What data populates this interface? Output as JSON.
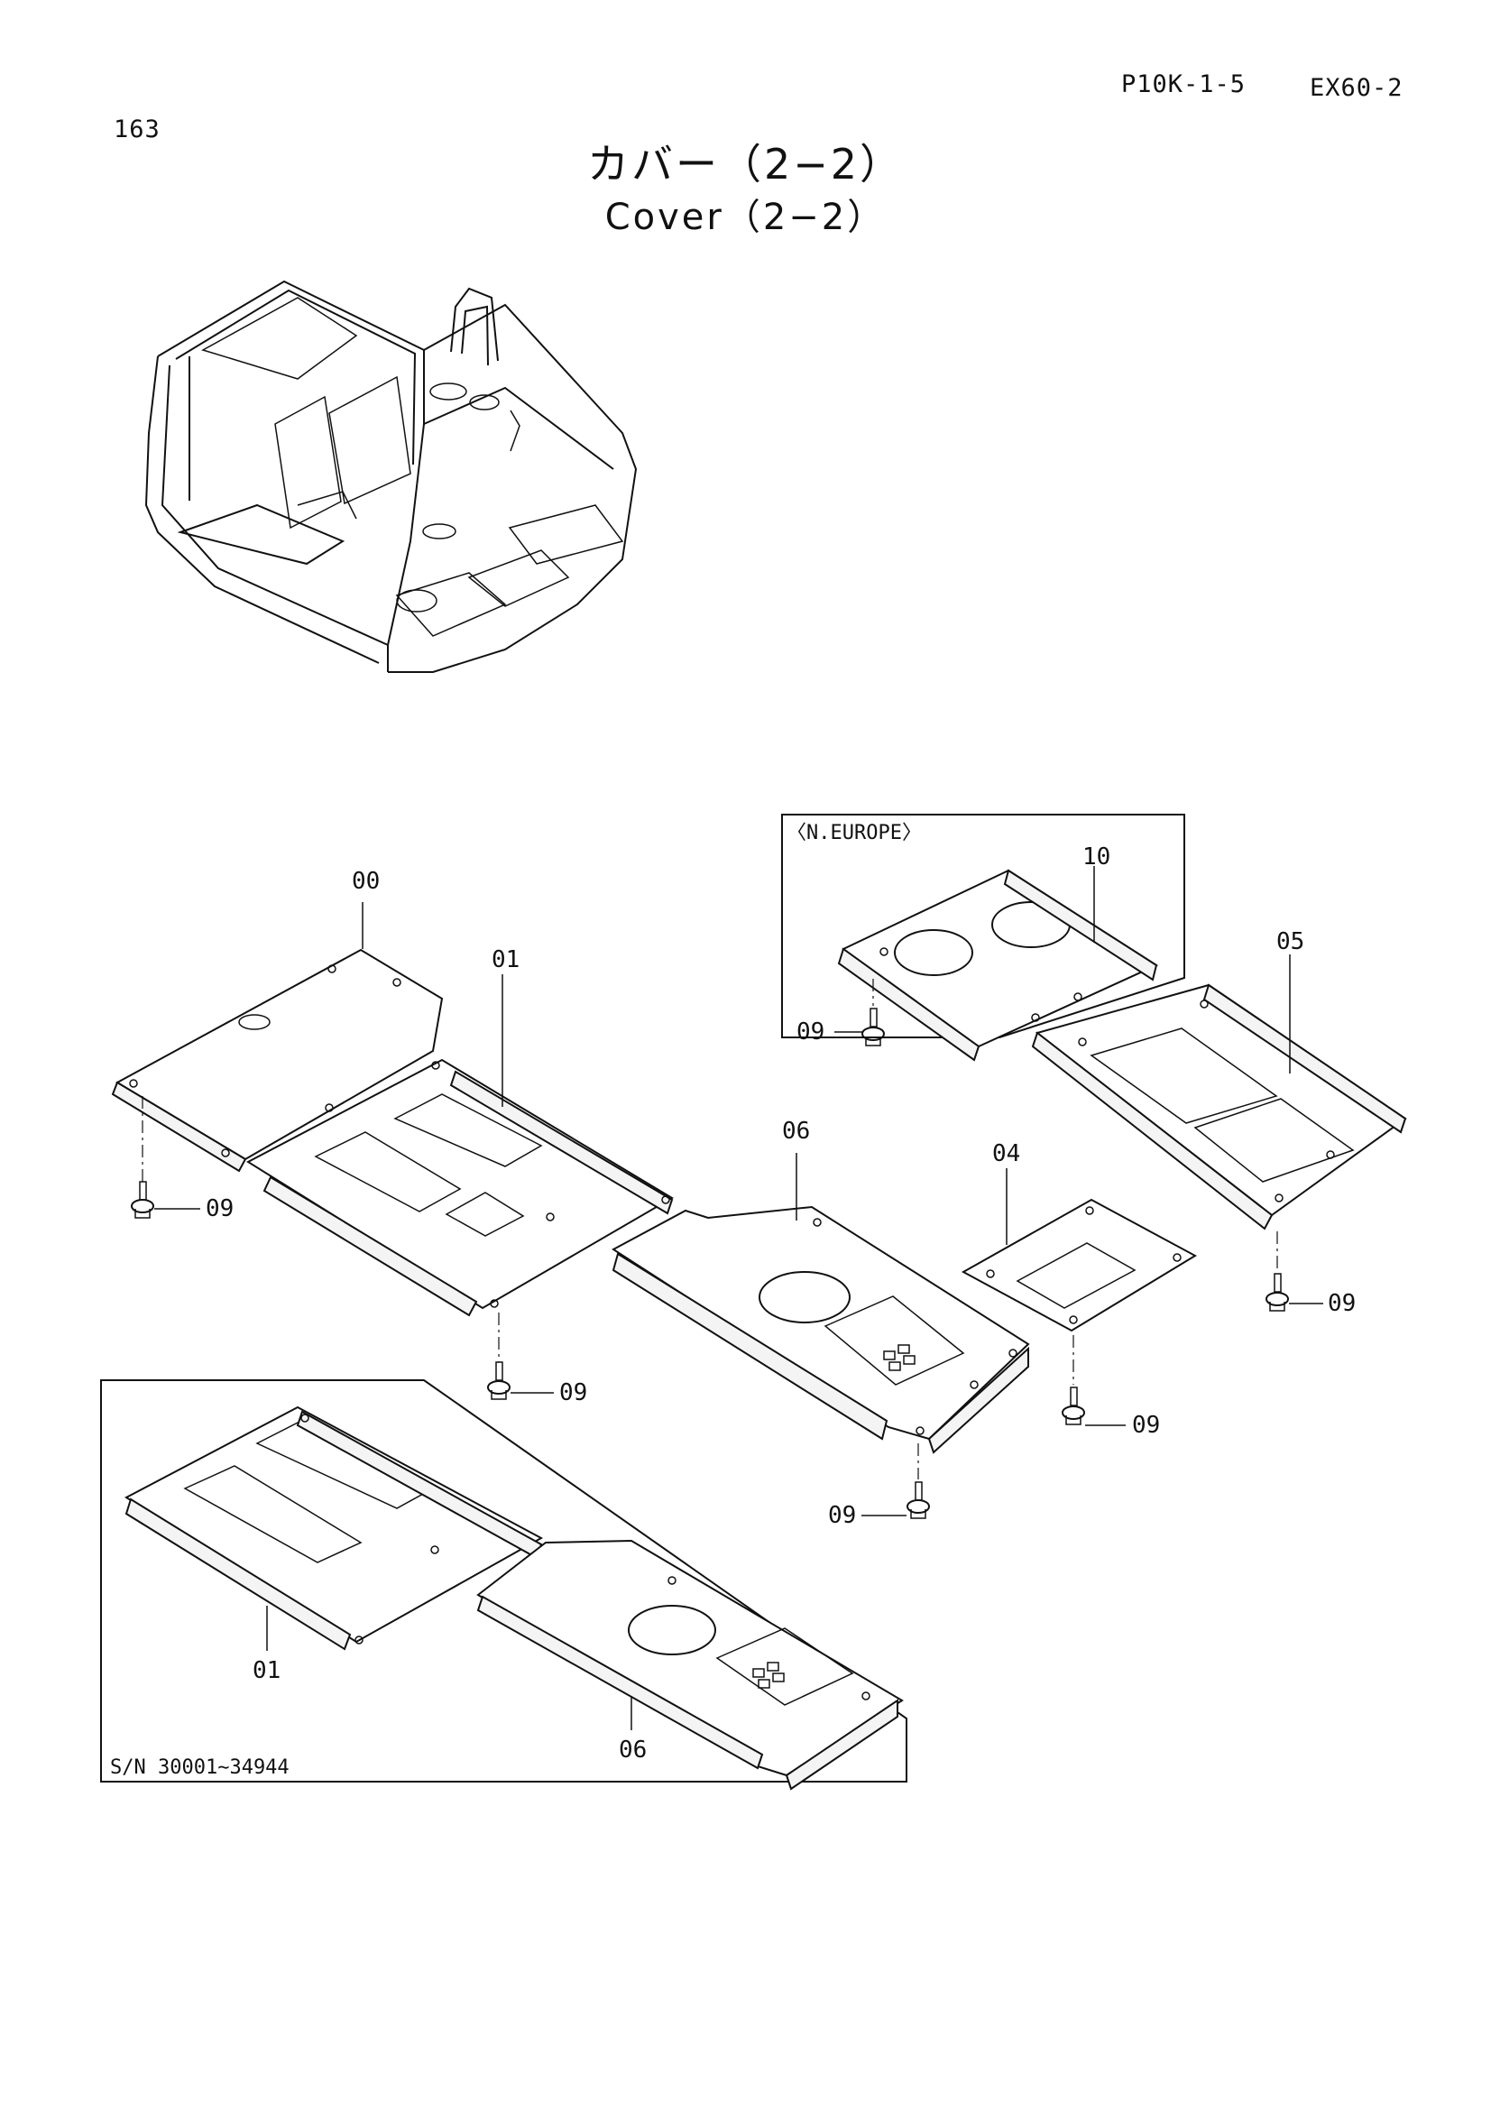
{
  "header": {
    "page_number": "163",
    "catalog_code": "P10K-1-5",
    "model": "EX60-2"
  },
  "title": {
    "japanese": "カバー（2−2）",
    "english": "Cover（2−2）"
  },
  "callouts": {
    "p00": "00",
    "p01": "01",
    "p04": "04",
    "p05": "05",
    "p06": "06",
    "p10": "10",
    "bolt": "09",
    "p01_alt": "01",
    "p06_alt": "06"
  },
  "insets": {
    "europe_label": "〈N.EUROPE〉",
    "serial_label": "S/N 30001∼34944"
  }
}
